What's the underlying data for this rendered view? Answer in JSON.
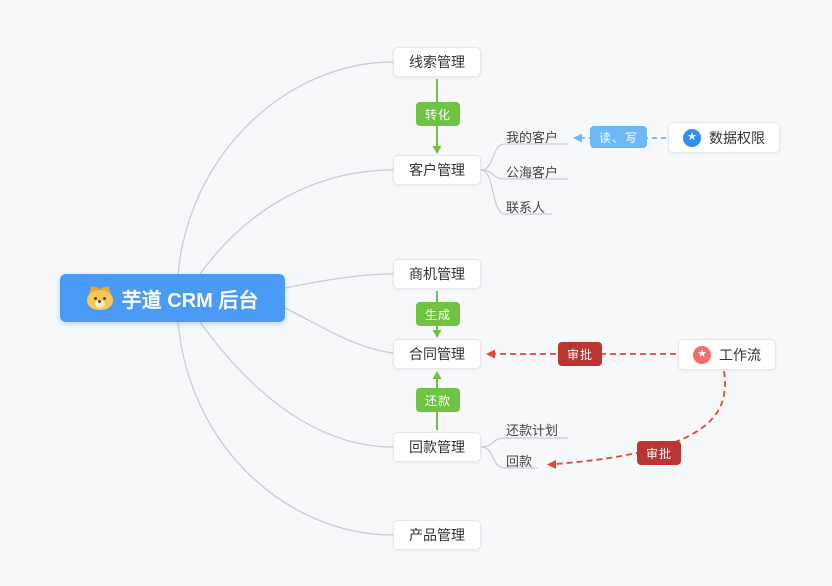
{
  "root": {
    "label": "芋道 CRM 后台",
    "icon": "dog-icon"
  },
  "topics": {
    "clue": {
      "label": "线索管理"
    },
    "customer": {
      "label": "客户管理",
      "children": [
        "我的客户",
        "公海客户",
        "联系人"
      ]
    },
    "opportunity": {
      "label": "商机管理"
    },
    "contract": {
      "label": "合同管理"
    },
    "receivable": {
      "label": "回款管理",
      "children": [
        "还款计划",
        "回款"
      ]
    },
    "product": {
      "label": "产品管理"
    }
  },
  "side_nodes": {
    "data_permission": {
      "label": "数据权限",
      "icon": "star-circle-blue"
    },
    "workflow": {
      "label": "工作流",
      "icon": "star-circle-pink"
    }
  },
  "edge_labels": {
    "convert": "转化",
    "generate": "生成",
    "repay": "还款",
    "read_write": "读、写",
    "approve_contract": "审批",
    "approve_receivable": "审批"
  },
  "icons": {
    "star_glyph": "★"
  },
  "colors": {
    "background": "#f7f8fa",
    "root_bg": "#4a9bf6",
    "flow_green": "#6fc244",
    "link_blue": "#6db9f7",
    "approve_red_badge": "#b93633",
    "dashed_red_line": "#dd4a3a",
    "wire_gray": "#c9ccd2",
    "icon_blue": "#2f8df5",
    "icon_pink": "#f56c6c"
  }
}
